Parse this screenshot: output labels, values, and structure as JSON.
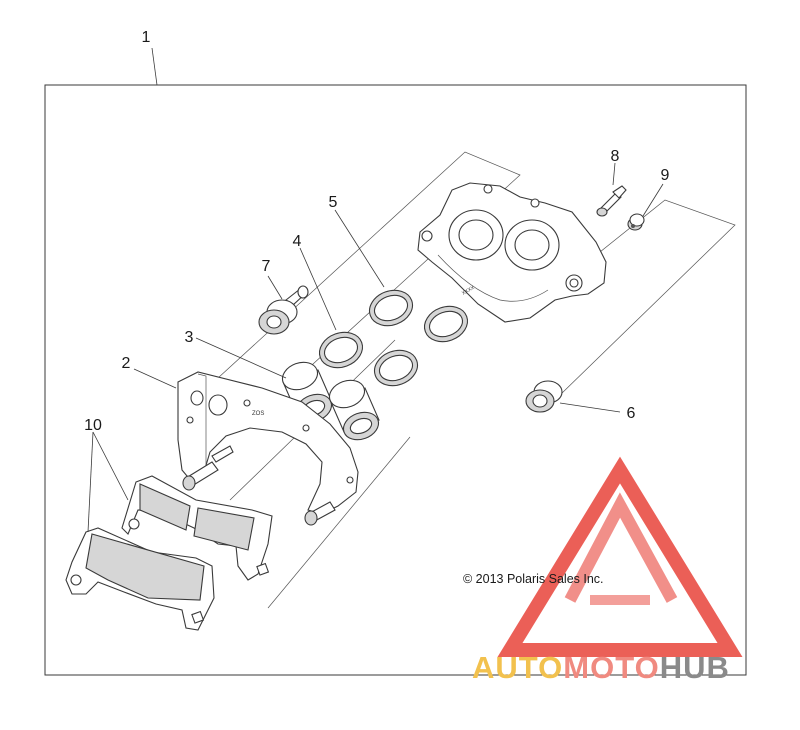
{
  "diagram": {
    "callouts": {
      "c1": "1",
      "c2": "2",
      "c3": "3",
      "c4": "4",
      "c5": "5",
      "c6": "6",
      "c7": "7",
      "c8": "8",
      "c9": "9",
      "c10": "10"
    },
    "copyright": "© 2013 Polaris Sales Inc."
  },
  "watermark": {
    "part1": "AUTO",
    "part2": "MOTO",
    "part3": "HUB",
    "colors": {
      "auto": "#f2c14e",
      "moto": "#f08a80",
      "hub": "#8a8a8a",
      "triangle": "#e8443a"
    }
  }
}
